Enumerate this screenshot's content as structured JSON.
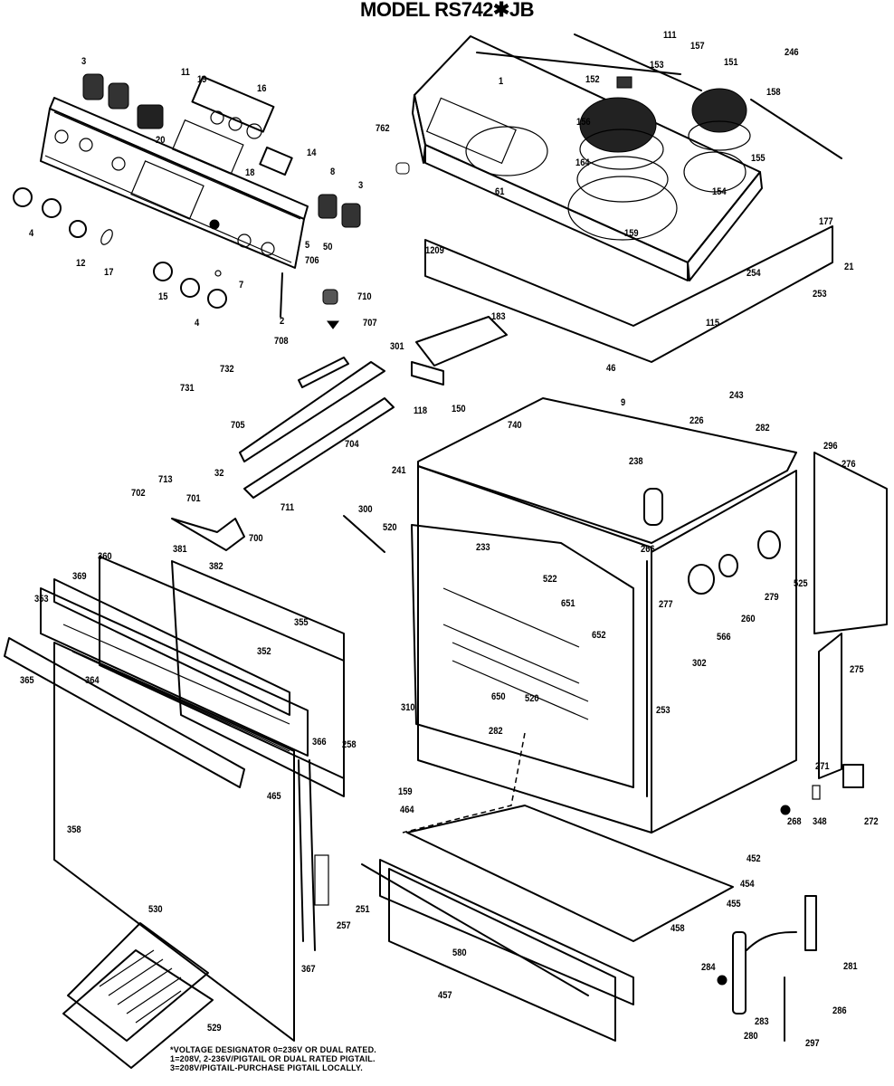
{
  "title": "MODEL RS742✱JB",
  "footnote": [
    "*VOLTAGE DESIGNATOR 0=236V OR DUAL RATED.",
    "1=208V, 2-236V/PIGTAIL OR DUAL RATED PIGTAIL.",
    "3=208V/PIGTAIL-PURCHASE PIGTAIL LOCALLY."
  ],
  "parts": {
    "control_panel": [
      "3",
      "11",
      "19",
      "16",
      "20",
      "14",
      "18",
      "8",
      "3",
      "5",
      "50",
      "4",
      "12",
      "17",
      "7",
      "15",
      "4",
      "2"
    ],
    "cooktop": [
      "1",
      "111",
      "157",
      "153",
      "152",
      "151",
      "158",
      "246",
      "156",
      "164",
      "155",
      "154",
      "159",
      "61",
      "177",
      "762"
    ],
    "maintop_area": [
      "1209",
      "21",
      "254",
      "253",
      "183",
      "301",
      "115",
      "46",
      "9",
      "118",
      "150",
      "706",
      "708",
      "710",
      "707"
    ],
    "broiler_parts": [
      "732",
      "731",
      "705",
      "704",
      "32",
      "711",
      "702",
      "713",
      "701",
      "700",
      "740",
      "241",
      "243",
      "282",
      "226",
      "296",
      "238",
      "276"
    ],
    "oven_body": [
      "300",
      "520",
      "233",
      "522",
      "651",
      "277",
      "652",
      "266",
      "650",
      "520",
      "310",
      "282",
      "253",
      "525",
      "279",
      "260",
      "566",
      "302",
      "275",
      "271",
      "272",
      "268",
      "348"
    ],
    "door": [
      "381",
      "382",
      "360",
      "355",
      "369",
      "353",
      "352",
      "365",
      "364",
      "366",
      "465",
      "358",
      "251",
      "257",
      "367",
      "530",
      "529"
    ],
    "drawer": [
      "258",
      "159",
      "464",
      "452",
      "454",
      "455",
      "458",
      "580",
      "457"
    ],
    "hinge": [
      "281",
      "284",
      "286",
      "283",
      "280",
      "297"
    ]
  }
}
